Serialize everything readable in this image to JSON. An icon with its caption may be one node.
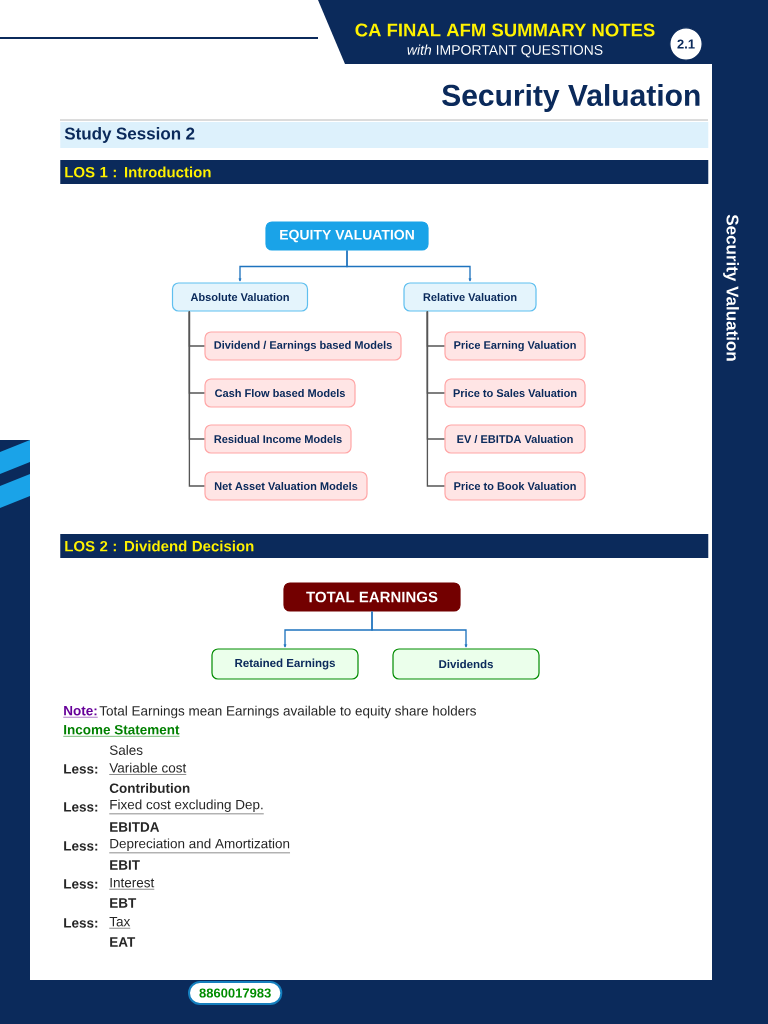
{
  "diagram": {
    "title": "Security Valuation",
    "nodes": [
      {
        "text": [
          "EQUITY VALUATION"
        ]
      },
      {
        "text": [
          "Absolute Valuation"
        ]
      },
      {
        "text": [
          "Relative Valuation"
        ]
      },
      {
        "text": [
          "Dividend / Earnings based Models"
        ]
      },
      {
        "text": [
          "Cash Flow based Models"
        ]
      },
      {
        "text": [
          "Residual Income Models"
        ]
      },
      {
        "text": [
          "Net Asset Valuation Models"
        ]
      },
      {
        "text": [
          "Price Earning Valuation"
        ]
      },
      {
        "text": [
          "Price to  Sales Valuation"
        ]
      },
      {
        "text": [
          "EV / EBITDA Valuation"
        ]
      },
      {
        "text": [
          "Price to Book Valuation"
        ]
      },
      {
        "text": [
          "TOTAL EARNINGS"
        ]
      },
      {
        "text": [
          "Retained Earnings"
        ]
      },
      {
        "text": [
          "Dividends"
        ]
      }
    ],
    "edges": [
      {
        "from": 0,
        "to": 1,
        "arrow": "to",
        "color": "#1e73be"
      },
      {
        "from": 0,
        "to": 2,
        "arrow": "to",
        "color": "#1e73be"
      },
      {
        "from": 1,
        "to": 3,
        "arrow": "none"
      },
      {
        "from": 1,
        "to": 4,
        "arrow": "none"
      },
      {
        "from": 1,
        "to": 5,
        "arrow": "none"
      },
      {
        "from": 1,
        "to": 6,
        "arrow": "none"
      },
      {
        "from": 2,
        "to": 7,
        "arrow": "none"
      },
      {
        "from": 2,
        "to": 8,
        "arrow": "none"
      },
      {
        "from": 2,
        "to": 9,
        "arrow": "none"
      },
      {
        "from": 2,
        "to": 10,
        "arrow": "none"
      },
      {
        "from": 11,
        "to": 12,
        "arrow": "to",
        "color": "#1e73be"
      },
      {
        "from": 11,
        "to": 13,
        "arrow": "to",
        "color": "#1e73be"
      }
    ],
    "labels": [
      "CA FINAL AFM SUMMARY NOTES",
      "*with* IMPORTANT QUESTIONS",
      "2.1",
      "Security Valuation",
      "Study Session 2",
      "LOS 1 : Introduction",
      "LOS 2 : Dividend Decision",
      "Note:",
      "Total Earnings mean Earnings available to equity share holders",
      "Income Statement",
      "Sales",
      "Less:",
      "Variable cost",
      "Contribution",
      "Less:",
      "Fixed cost excluding Dep.",
      "EBITDA",
      "Less:",
      "Depreciation and Amortization",
      "EBIT",
      "Less:",
      "Interest",
      "EBT",
      "Less:",
      "Tax",
      "EAT",
      "8860017983"
    ]
  }
}
